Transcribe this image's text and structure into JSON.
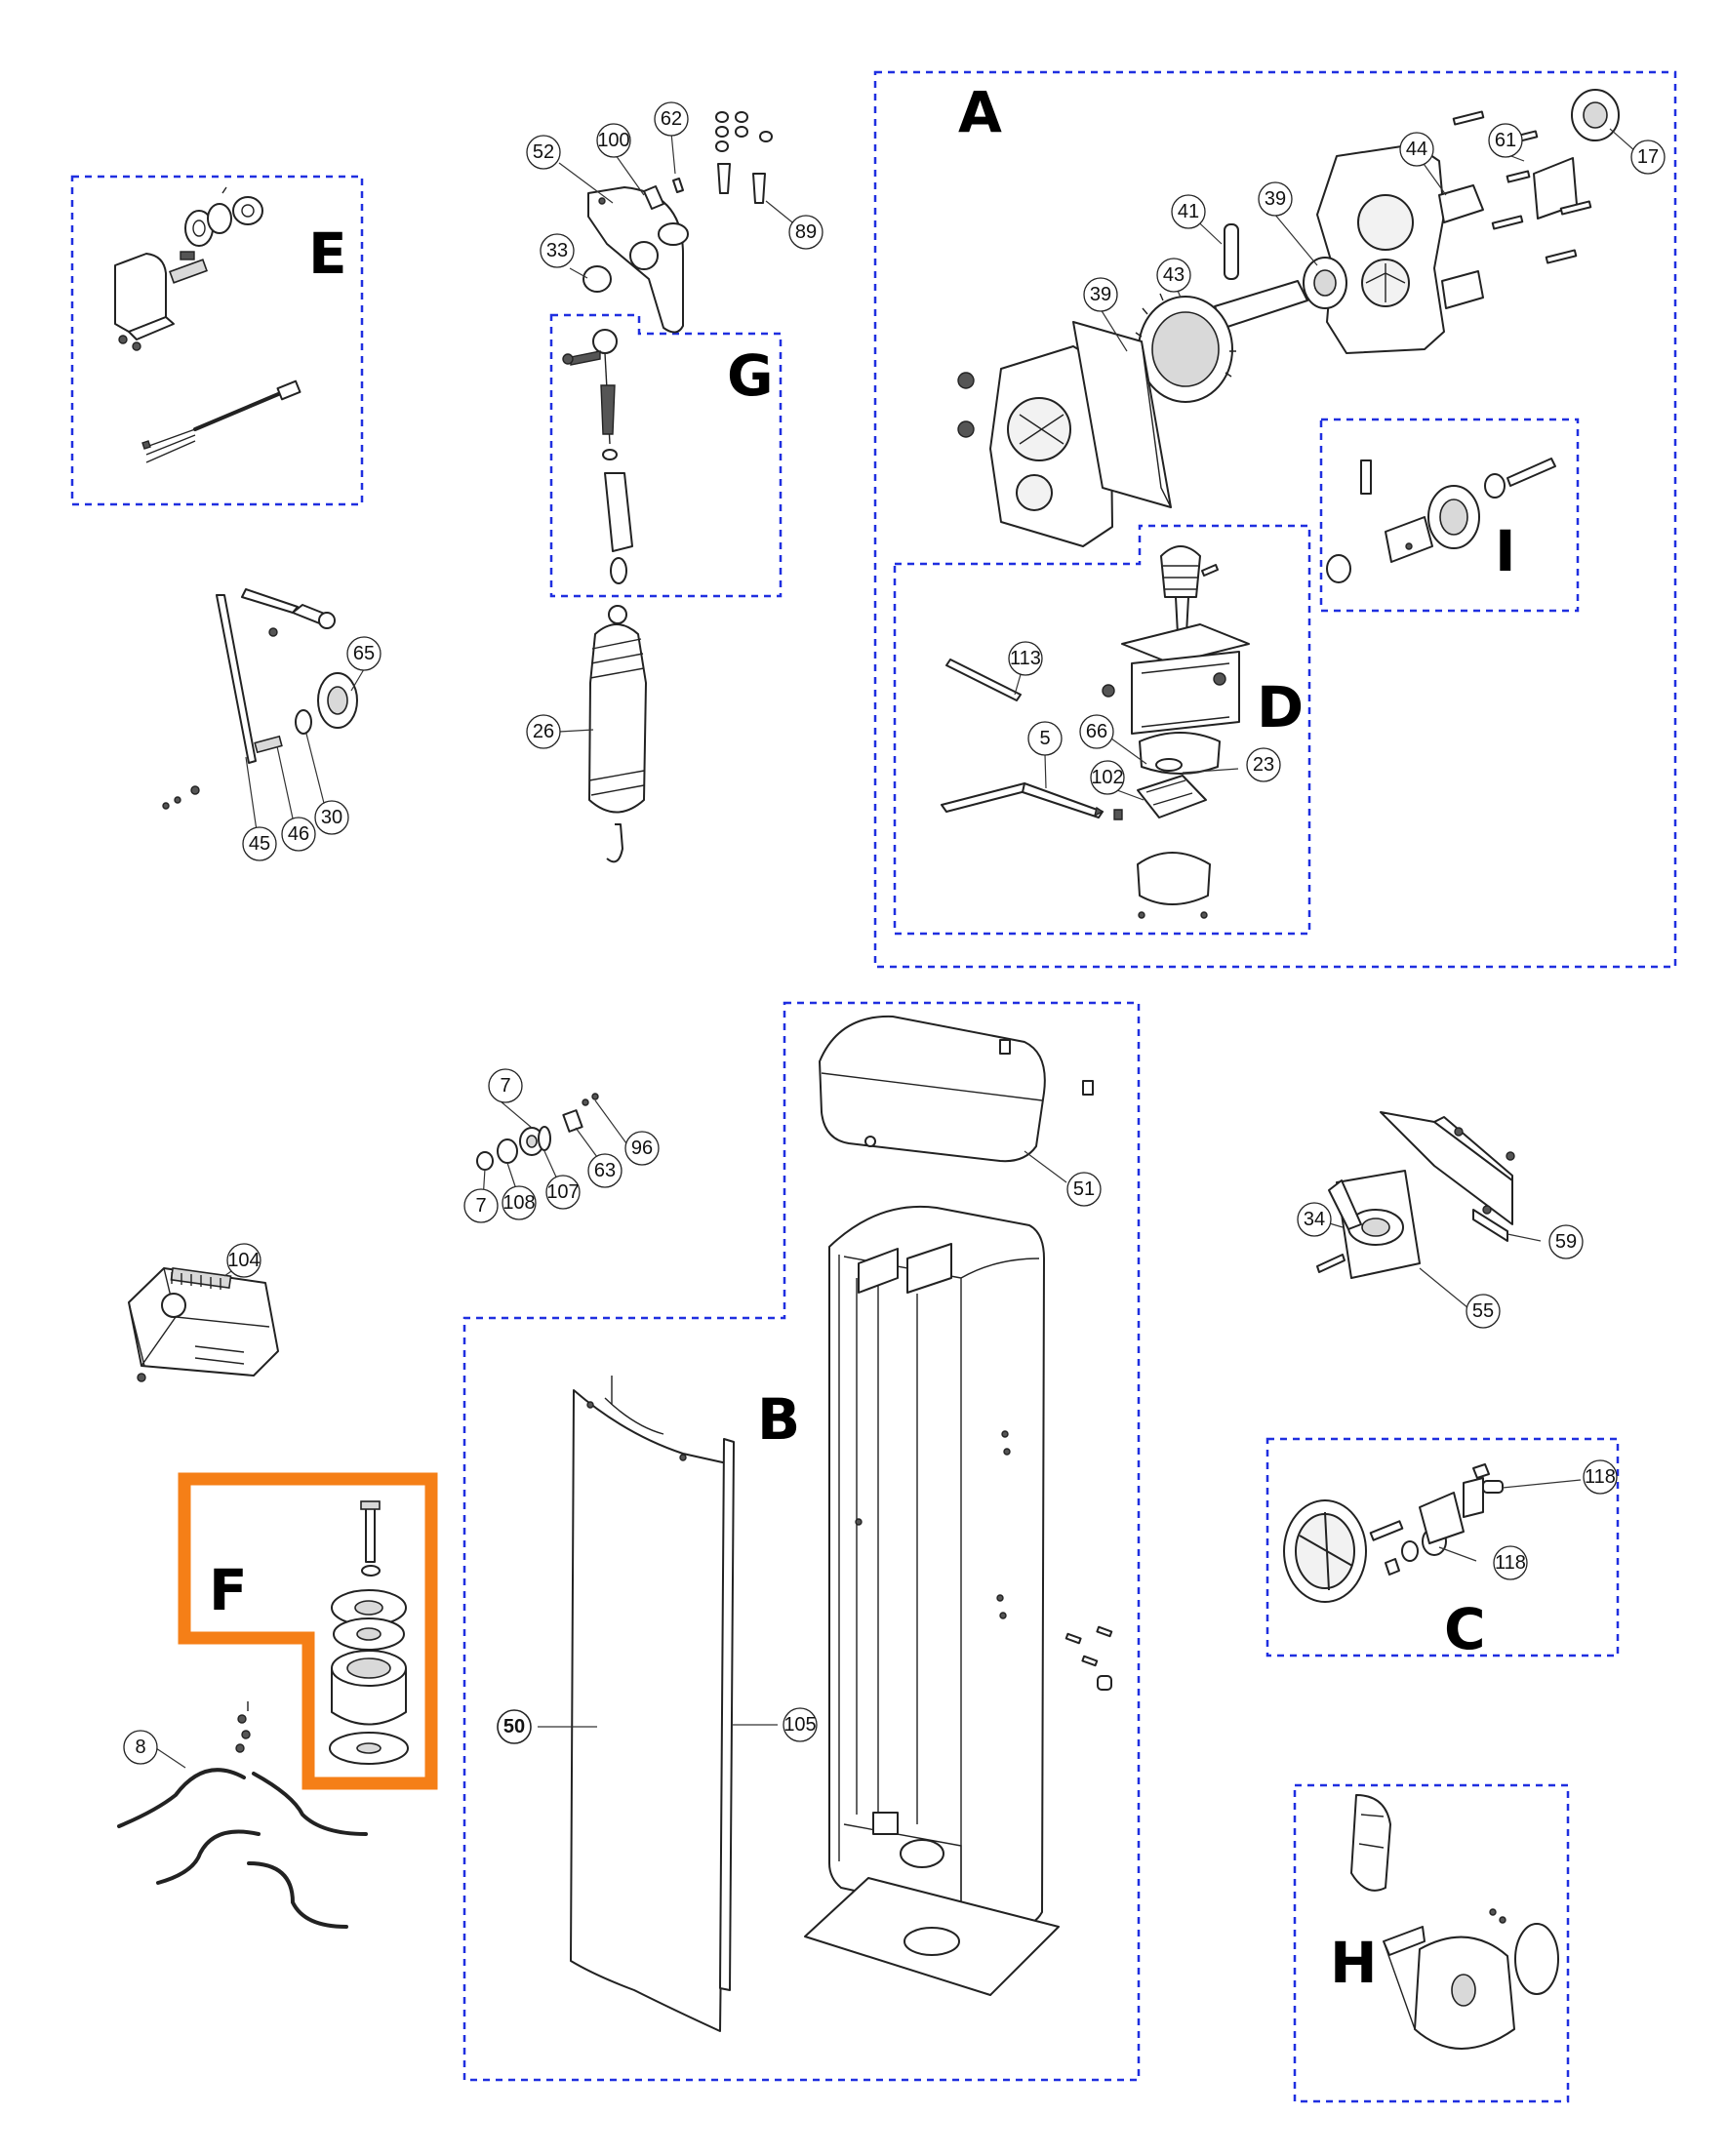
{
  "groups": [
    {
      "letter": "A"
    },
    {
      "letter": "B"
    },
    {
      "letter": "C"
    },
    {
      "letter": "D"
    },
    {
      "letter": "E"
    },
    {
      "letter": "F",
      "highlight_color": "#f57f17"
    },
    {
      "letter": "G"
    },
    {
      "letter": "H"
    },
    {
      "letter": "I"
    }
  ],
  "callouts": [
    "52",
    "100",
    "62",
    "89",
    "33",
    "26",
    "17",
    "44",
    "61",
    "41",
    "39",
    "43",
    "39",
    "113",
    "5",
    "66",
    "23",
    "102",
    "65",
    "45",
    "46",
    "30",
    "7",
    "96",
    "63",
    "7",
    "108",
    "107",
    "51",
    "104",
    "50",
    "105",
    "34",
    "59",
    "55",
    "118",
    "118",
    "8"
  ],
  "colors": {
    "group_outline": "#1f2fe0",
    "highlight": "#f57f17",
    "line_art": "#222222"
  }
}
